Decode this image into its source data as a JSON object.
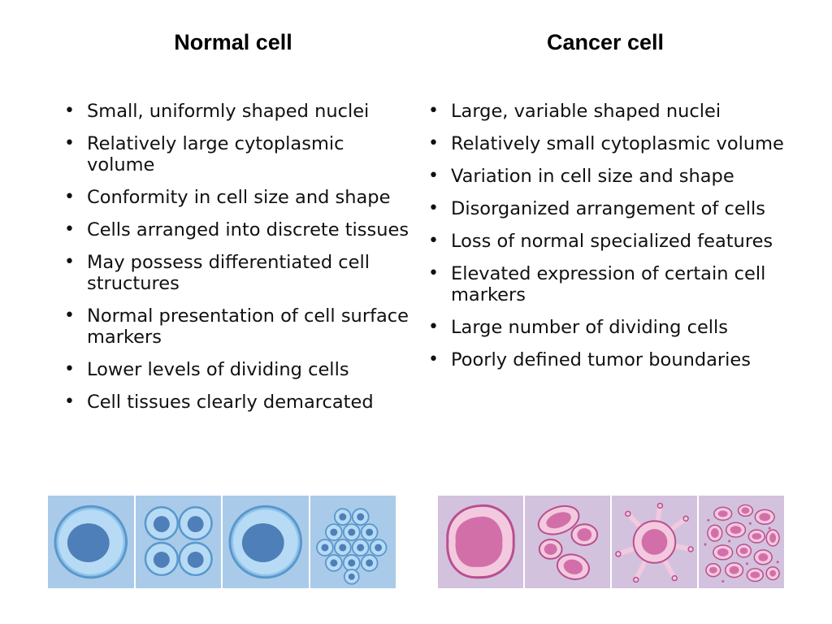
{
  "normal": {
    "title": "Normal cell",
    "items": [
      "Small, uniformly shaped nuclei",
      "Relatively large cytoplasmic volume",
      "Conformity in cell size and shape",
      "Cells arranged into discrete tissues",
      "May possess differentiated cell structures",
      "Normal presentation of cell surface markers",
      "Lower levels of dividing cells",
      "Cell tissues clearly demarcated"
    ]
  },
  "cancer": {
    "title": "Cancer cell",
    "items": [
      "Large, variable shaped nuclei",
      "Relatively small cytoplasmic volume",
      "Variation in cell size and shape",
      "Disorganized arrangement of cells",
      "Loss of normal specialized features",
      "Elevated expression of certain cell markers",
      "Large number of dividing cells",
      "Poorly defined tumor boundaries"
    ]
  },
  "colors": {
    "normal_bg": "#a9cbe9",
    "normal_cell": "#5b9bd5",
    "cancer_bg": "#d3c2de",
    "cancer_cell": "#d36fa8"
  }
}
